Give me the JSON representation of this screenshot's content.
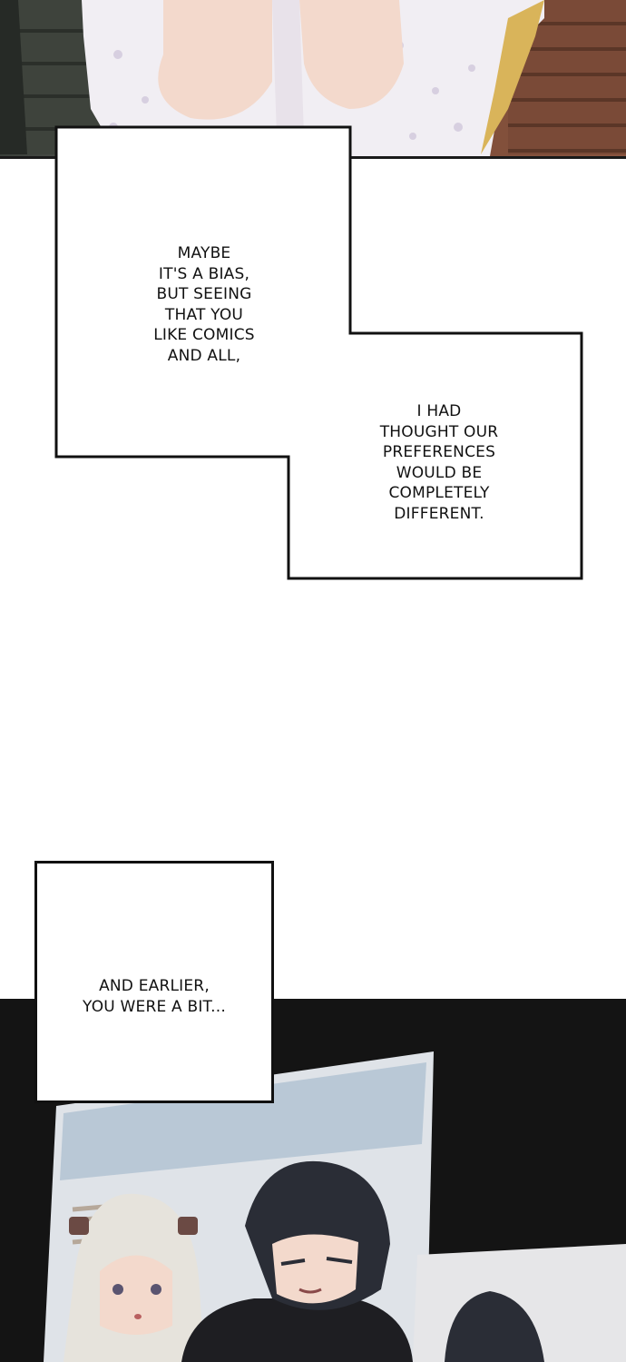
{
  "bubbles": {
    "maybe_bias": "MAYBE\nIT'S A BIAS,\nBUT SEEING\nTHAT YOU\nLIKE COMICS\nAND ALL,",
    "preferences": "I HAD\nTHOUGHT OUR\nPREFERENCES\nWOULD BE\nCOMPLETELY\nDIFFERENT.",
    "earlier": "AND EARLIER,\nYOU WERE A BIT..."
  },
  "colors": {
    "ink": "#111111",
    "panel_dark": "#141414",
    "hair_dark": "#2a2d36",
    "hair_light": "#e6e3dc",
    "skin": "#f3d9cc",
    "pajama": "#f1eef3",
    "wood": "#7a4a37"
  }
}
